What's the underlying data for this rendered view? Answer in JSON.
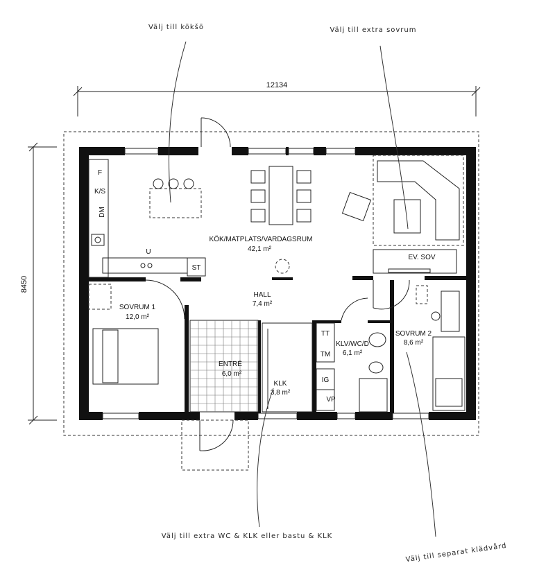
{
  "dimensions": {
    "width": "12134",
    "depth": "8450"
  },
  "rooms": {
    "kitchen_living": {
      "name": "KÖK/MATPLATS/VARDAGSRUM",
      "area": "42,1 m²"
    },
    "hall": {
      "name": "HALL",
      "area": "7,4 m²"
    },
    "bedroom1": {
      "name": "SOVRUM 1",
      "area": "12,0 m²"
    },
    "bedroom2": {
      "name": "SOVRUM 2",
      "area": "8,6 m²"
    },
    "entrance": {
      "name": "ENTRÉ",
      "area": "6,0 m²"
    },
    "closet": {
      "name": "KLK",
      "area": "3,8 m²"
    },
    "bathroom": {
      "name": "KLV/WC/D",
      "area": "6,1 m²"
    },
    "optional_bedroom": {
      "name": "EV. SOV"
    }
  },
  "fixtures": {
    "fridge": "F",
    "fridge_freezer": "K/S",
    "dishwasher": "DM",
    "oven": "U",
    "storage": "ST",
    "dryer": "TT",
    "washer": "TM",
    "ironing": "IG",
    "water_heater": "VP"
  },
  "annotations": {
    "kitchen_option": "Välj till kökšö",
    "extra_bedroom_option": "Välj till extra sovrum",
    "extra_wc_option": "Välj till extra WC & KLK eller bastu & KLK",
    "wardrobe_option": "Välj till separat klädvård"
  }
}
